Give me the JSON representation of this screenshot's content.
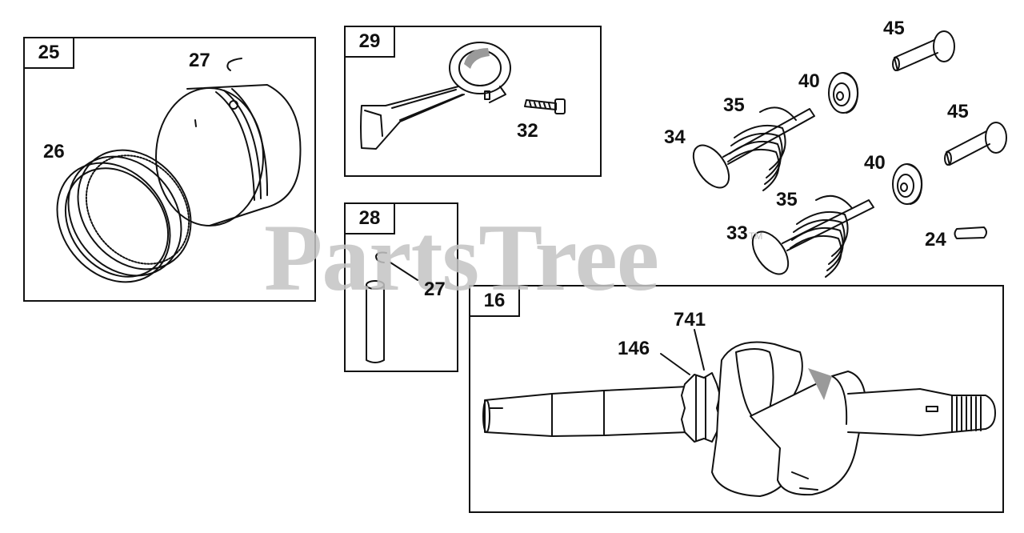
{
  "watermark": {
    "text": "PartsTree",
    "trademark": "TM"
  },
  "groups": {
    "piston": {
      "number": "25"
    },
    "connecting_rod": {
      "number": "29"
    },
    "piston_pin": {
      "number": "28"
    },
    "crankshaft": {
      "number": "16"
    }
  },
  "callouts": {
    "lock_top": "27",
    "rings": "26",
    "bolt": "32",
    "lock_pin": "27",
    "valve_exhaust": "34",
    "spring_upper": "35",
    "retainer_upper": "40",
    "tappet_upper": "45",
    "tappet_lower": "45",
    "retainer_lower": "40",
    "spring_lower": "35",
    "valve_intake": "33",
    "key": "24",
    "gear_key": "741",
    "gear": "146"
  },
  "colors": {
    "line": "#111111",
    "watermark": "#c4c4c4",
    "shade": "#9a9a9a"
  }
}
